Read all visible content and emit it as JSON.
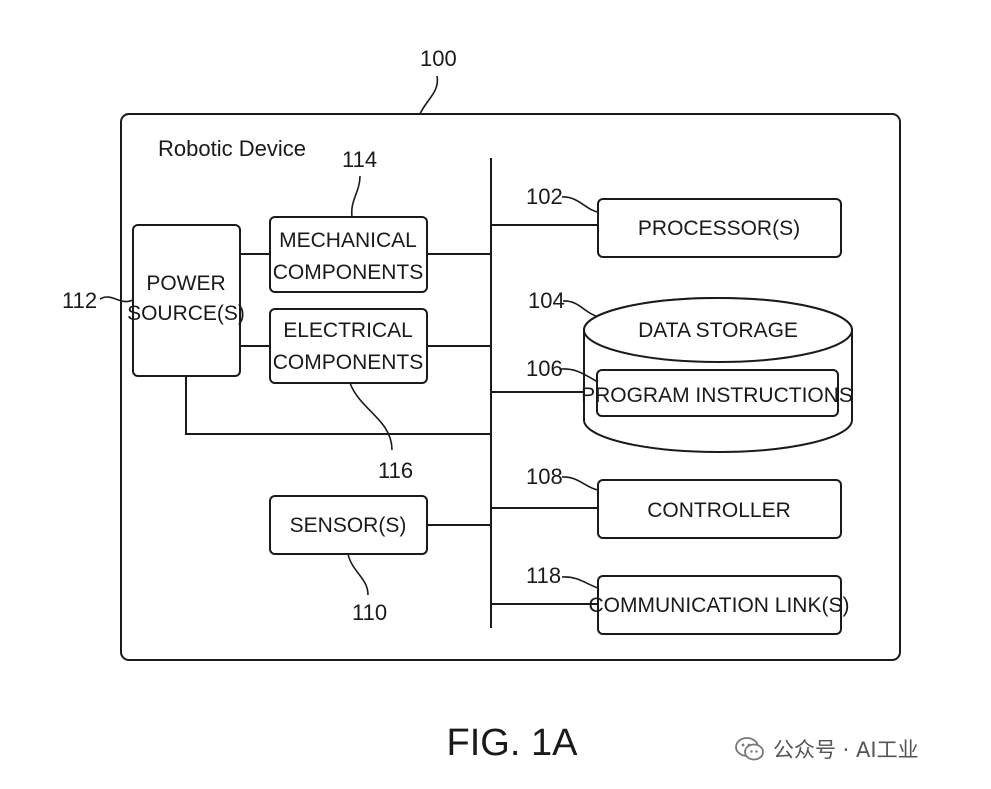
{
  "figure": {
    "ref_device": "100",
    "title": "Robotic Device",
    "caption": "FIG. 1A"
  },
  "components": {
    "power": {
      "ref": "112",
      "lines": [
        "POWER",
        "SOURCE(S)"
      ]
    },
    "mechanical": {
      "ref": "114",
      "lines": [
        "MECHANICAL",
        "COMPONENTS"
      ]
    },
    "electrical": {
      "lines": [
        "ELECTRICAL",
        "COMPONENTS"
      ]
    },
    "bus": {
      "ref": "116"
    },
    "sensor": {
      "ref": "110",
      "label": "SENSOR(S)"
    },
    "processor": {
      "ref": "102",
      "label": "PROCESSOR(S)"
    },
    "storage": {
      "ref": "104",
      "label": "DATA STORAGE"
    },
    "program": {
      "ref": "106",
      "label": "PROGRAM INSTRUCTIONS"
    },
    "controller": {
      "ref": "108",
      "label": "CONTROLLER"
    },
    "comm": {
      "ref": "118",
      "label": "COMMUNICATION LINK(S)"
    }
  },
  "watermark": {
    "text": "公众号 · AI工业",
    "icon": "wechat-icon"
  }
}
